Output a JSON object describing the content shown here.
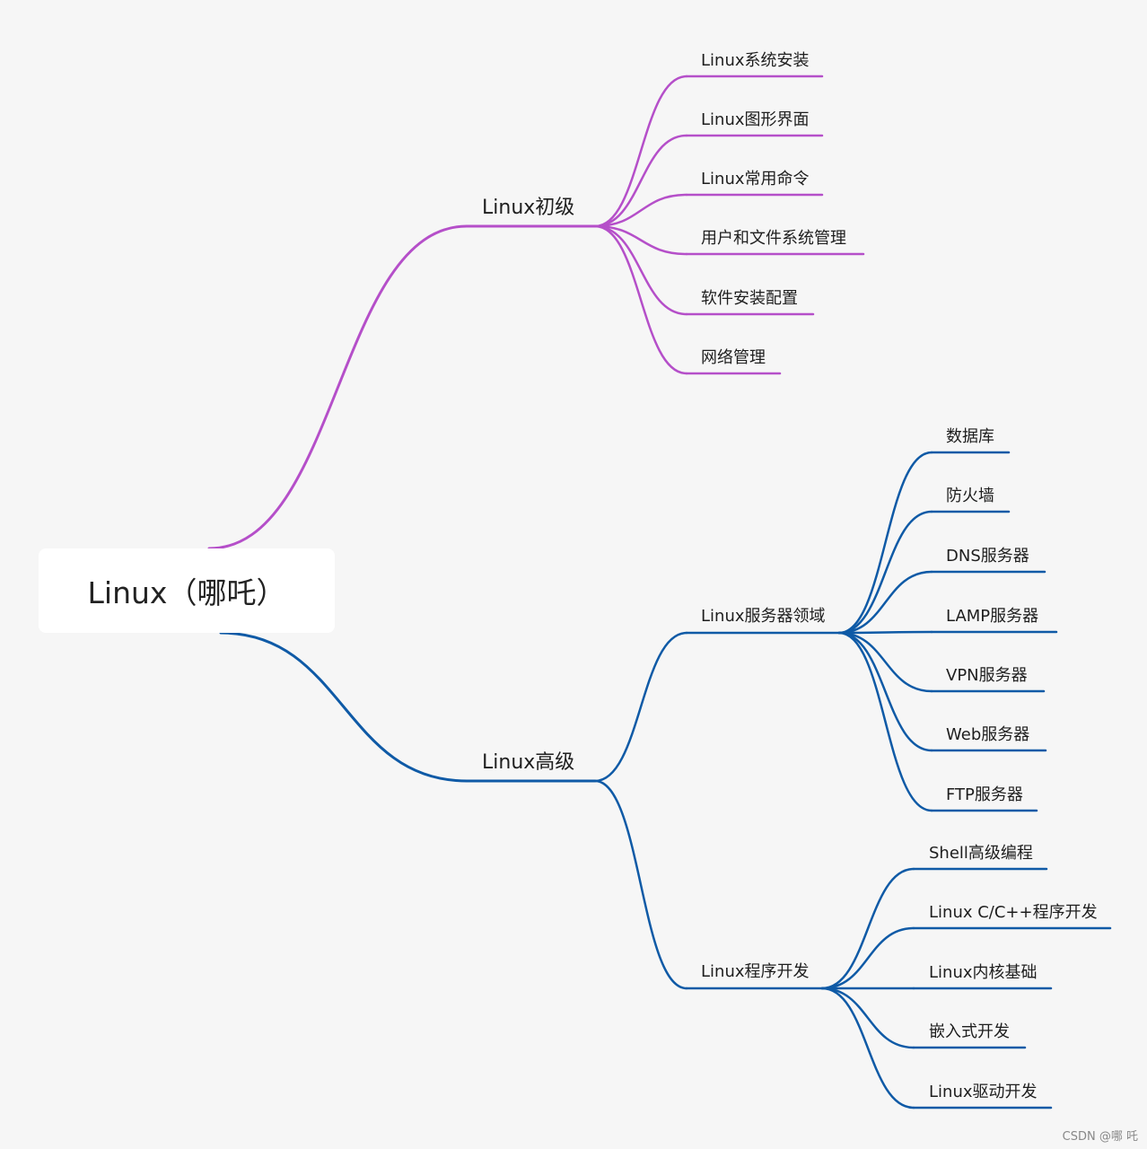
{
  "root": {
    "label": "Linux（哪吒）"
  },
  "colors": {
    "beginner": "#b54fc9",
    "advanced": "#0f5aa6"
  },
  "branches": {
    "beginner": {
      "label": "Linux初级",
      "children": [
        "Linux系统安装",
        "Linux图形界面",
        "Linux常用命令",
        "用户和文件系统管理",
        "软件安装配置",
        "网络管理"
      ]
    },
    "advanced": {
      "label": "Linux高级",
      "server": {
        "label": "Linux服务器领域",
        "children": [
          "数据库",
          "防火墙",
          "DNS服务器",
          "LAMP服务器",
          "VPN服务器",
          "Web服务器",
          "FTP服务器"
        ]
      },
      "dev": {
        "label": "Linux程序开发",
        "children": [
          "Shell高级编程",
          "Linux C/C++程序开发",
          "Linux内核基础",
          "嵌入式开发",
          "Linux驱动开发"
        ]
      }
    }
  },
  "watermark": "CSDN @哪 吒"
}
